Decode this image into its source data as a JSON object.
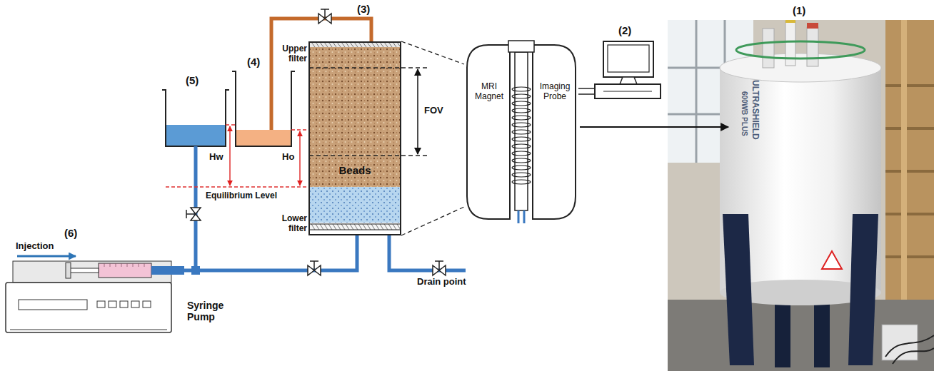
{
  "diagram": {
    "nodes": [
      {
        "text": [
          "Beads"
        ]
      },
      {
        "text": [
          "MRI Magnet",
          "Imaging Probe"
        ]
      },
      {
        "text": [
          "Syringe Pump"
        ]
      }
    ],
    "edges": [
      {
        "from": 2,
        "to": 0,
        "arrow": "none"
      },
      {
        "from": 0,
        "to": 1,
        "arrow": "none"
      },
      {
        "from": 0,
        "to": 1,
        "arrow": "none"
      }
    ],
    "labels": [
      "(3)",
      "(2)",
      "(1)",
      "Upper filter",
      "(4)",
      "(5)",
      "FOV",
      "Ho",
      "Hw",
      "Equilibrium Level",
      "Lower filter",
      "(6)",
      "Injection",
      "Drain point",
      "ULTRASHIELD",
      "600WB PLUS"
    ]
  }
}
